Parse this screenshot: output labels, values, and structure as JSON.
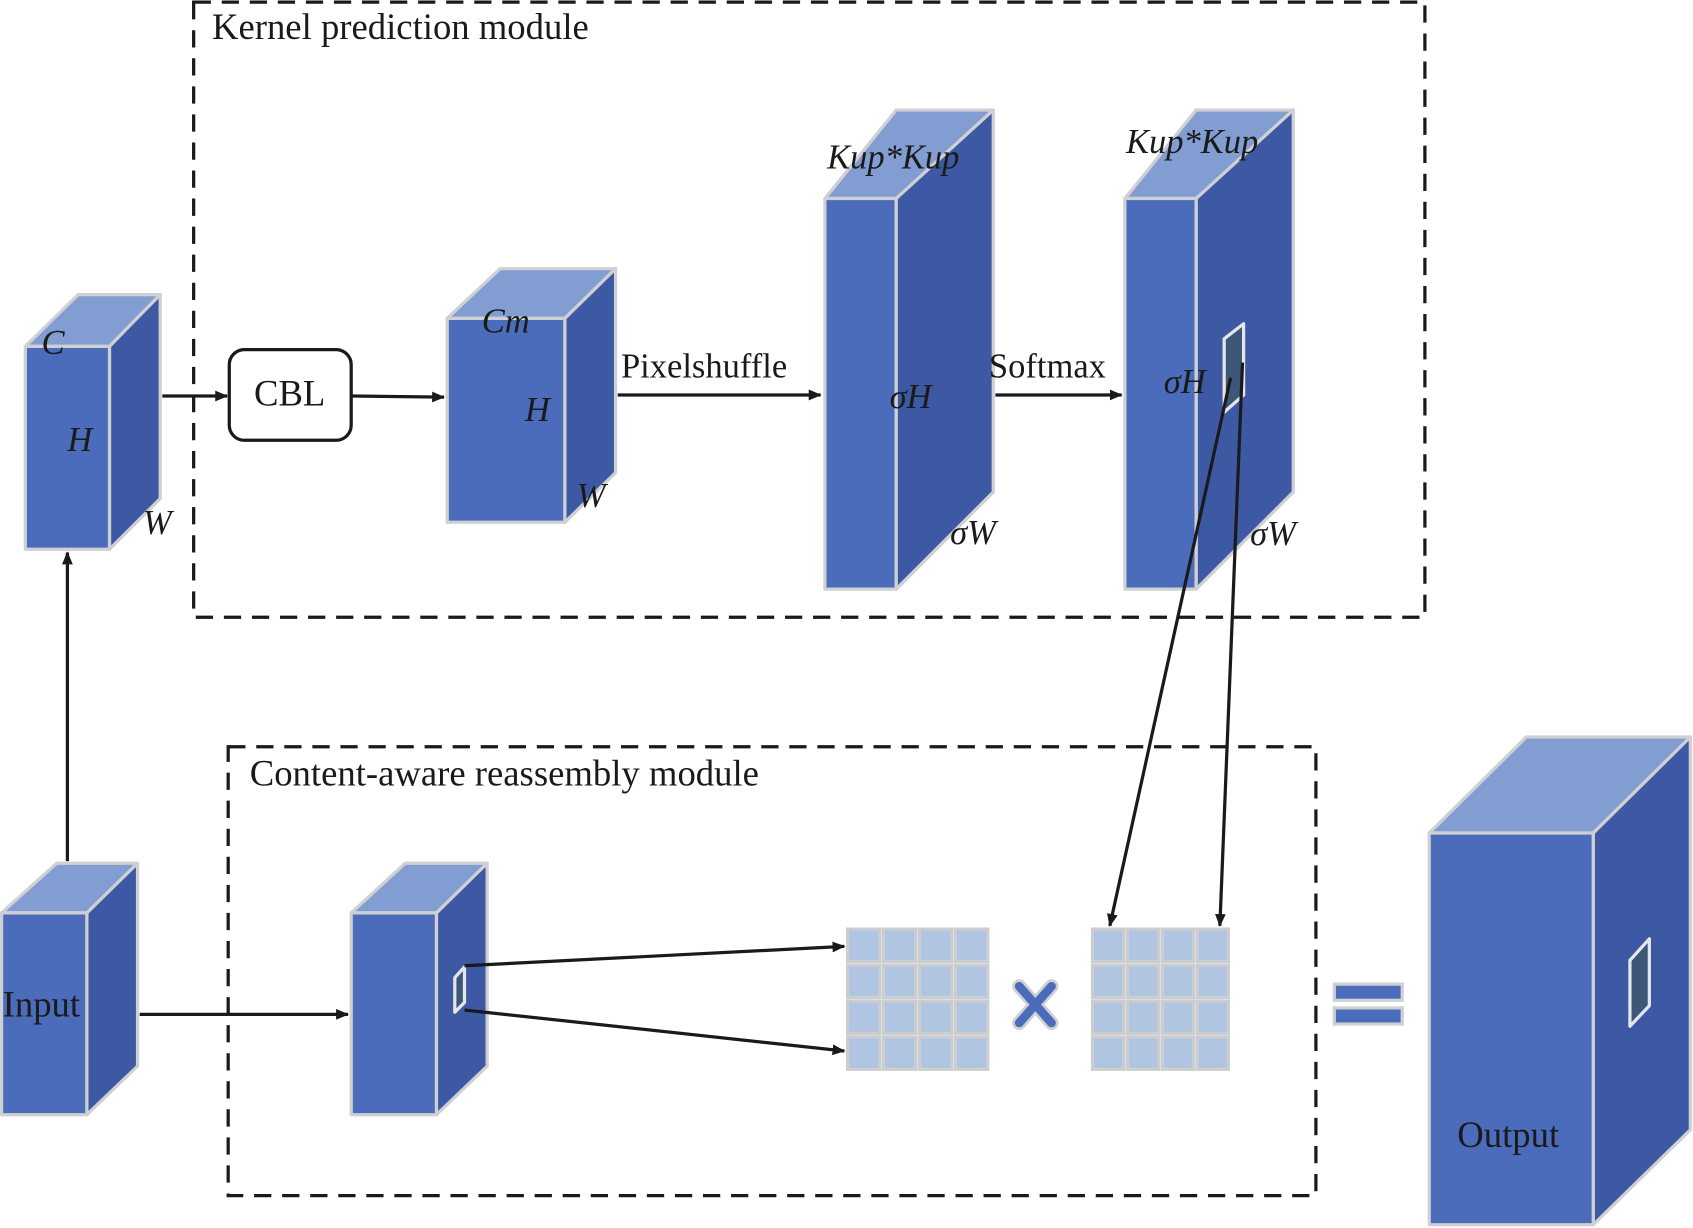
{
  "modules": {
    "kernel_prediction": {
      "title": "Kernel prediction module"
    },
    "content_aware_reassembly": {
      "title": "Content-aware reassembly module"
    }
  },
  "blocks": {
    "input": {
      "label": "Input"
    },
    "feature_map": {
      "c": "C",
      "h": "H",
      "w": "W"
    },
    "cbl": {
      "label": "CBL"
    },
    "compressed": {
      "c": "Cm",
      "h": "H",
      "w": "W"
    },
    "kernels": {
      "c": "Kup*Kup",
      "h": "σH",
      "w": "σW"
    },
    "normalized_kernels": {
      "c": "Kup*Kup",
      "h": "σH",
      "w": "σW"
    },
    "output": {
      "label": "Output"
    }
  },
  "operations": {
    "pixelshuffle": "Pixelshuffle",
    "softmax": "Softmax"
  },
  "grids": {
    "rows": 4,
    "cols": 4
  },
  "colors": {
    "front": "#4a6cbb",
    "top": "#829dd1",
    "side": "#3e59a3",
    "cell": "#afc5e2",
    "stroke": "#cfd0d4"
  }
}
